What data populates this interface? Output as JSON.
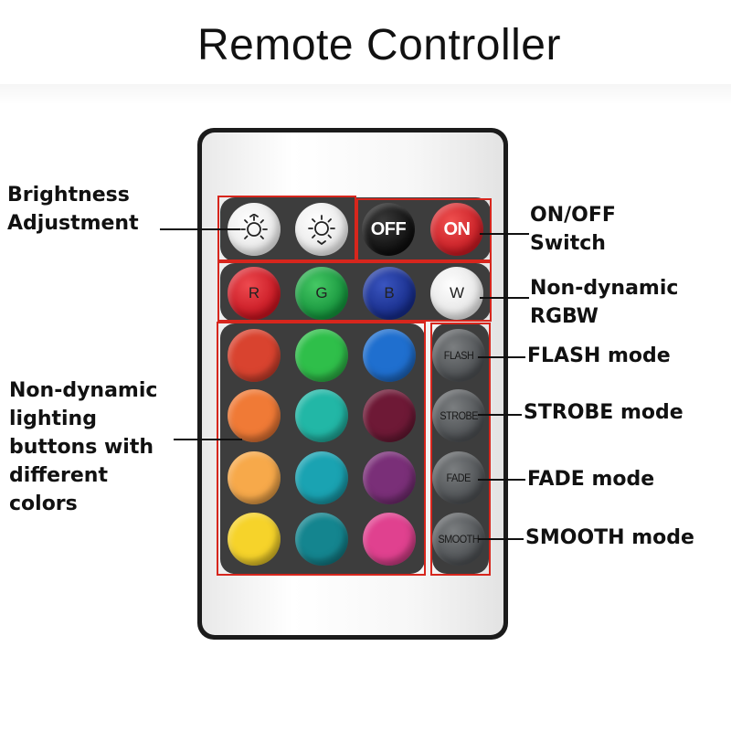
{
  "title": "Remote Controller",
  "labels": {
    "brightness": [
      "Brightness",
      "Adjustment"
    ],
    "onoff": [
      "ON/OFF",
      "Switch"
    ],
    "rgbw": [
      "Non-dynamic",
      "RGBW"
    ],
    "flash": "FLASH mode",
    "strobe": "STROBE mode",
    "fade": "FADE mode",
    "smooth": "SMOOTH mode",
    "lighting": [
      "Non-dynamic",
      "lighting",
      "buttons with",
      "different",
      "colors"
    ]
  },
  "buttons": {
    "brightness_up_icon": "sun-up-icon",
    "brightness_down_icon": "sun-down-icon",
    "off": "OFF",
    "on": "ON",
    "r": "R",
    "g": "G",
    "b": "B",
    "w": "W",
    "flash": "FLASH",
    "strobe": "STROBE",
    "fade": "FADE",
    "smooth": "SMOOTH"
  },
  "colors": {
    "highlight_box": "#d7261d",
    "off_button": "#1a1a1a",
    "on_button": "#e0222a",
    "r": "#d8202a",
    "g": "#1fa642",
    "b": "#1f3aa0",
    "w": "#f4f4f4",
    "color_grid": [
      [
        "#d9432f",
        "#2fbf4a",
        "#1f6fcf"
      ],
      [
        "#f07a36",
        "#22b7a6",
        "#6e1936"
      ],
      [
        "#f7a94a",
        "#1aa3b2",
        "#7a2f78"
      ],
      [
        "#f6d32a",
        "#14858f",
        "#e0418f"
      ]
    ]
  }
}
